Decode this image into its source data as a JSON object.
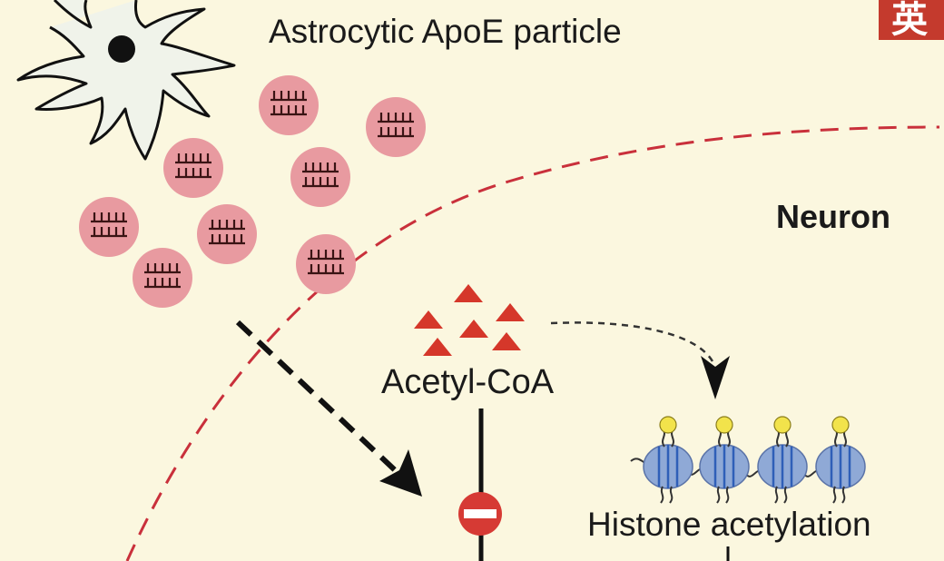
{
  "labels": {
    "apoe_particle": "Astrocytic ApoE particle",
    "neuron": "Neuron",
    "acetyl_coa": "Acetyl-CoA",
    "histone_acetylation": "Histone acetylation"
  },
  "corner_badge": "英",
  "colors": {
    "background": "#fbf7df",
    "particle_fill": "#e89aa0",
    "triangle": "#d5372a",
    "membrane": "#c9303b",
    "nucleosome": "#8fa9d6",
    "acetyl_group": "#f2e34b",
    "inhibitor": "#d63a34"
  }
}
